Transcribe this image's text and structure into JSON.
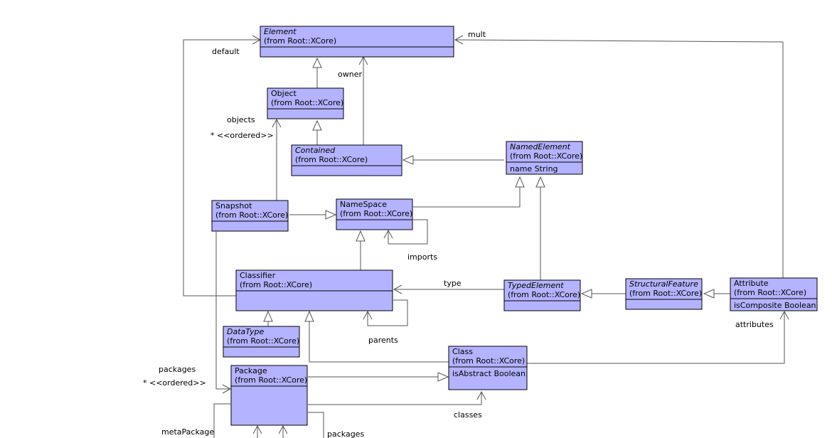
{
  "classes": {
    "element": {
      "name": "Element",
      "from": "(from Root::XCore)"
    },
    "object": {
      "name": "Object",
      "from": "(from Root::XCore)"
    },
    "contained": {
      "name": "Contained",
      "from": "(from Root::XCore)"
    },
    "named_element": {
      "name": "NamedElement",
      "from": "(from Root::XCore)",
      "attributes": [
        "name  String"
      ]
    },
    "snapshot": {
      "name": "Snapshot",
      "from": "(from Root::XCore)"
    },
    "namespace": {
      "name": "NameSpace",
      "from": "(from Root::XCore)"
    },
    "classifier": {
      "name": "Classifier",
      "from": "(from Root::XCore)"
    },
    "typed_element": {
      "name": "TypedElement",
      "from": "(from Root::XCore)"
    },
    "structural_feature": {
      "name": "StructuralFeature",
      "from": "(from Root::XCore)"
    },
    "attribute": {
      "name": "Attribute",
      "from": "(from Root::XCore)",
      "attributes": [
        "isComposite  Boolean"
      ]
    },
    "datatype": {
      "name": "DataType",
      "from": "(from Root::XCore)"
    },
    "class": {
      "name": "Class",
      "from": "(from Root::XCore)",
      "attributes": [
        "isAbstract  Boolean"
      ]
    },
    "package": {
      "name": "Package",
      "from": "(from Root::XCore)"
    }
  },
  "labels": {
    "mult": "mult",
    "default": "default",
    "owner": "owner",
    "objects": "objects",
    "objects_ordered": "* <<ordered>>",
    "imports": "imports",
    "type": "type",
    "parents": "parents",
    "attributes": "attributes",
    "packages_top": "packages",
    "packages_ordered": "* <<ordered>>",
    "classes": "classes",
    "meta_package": "metaPackage",
    "packages_bottom": "packages"
  }
}
